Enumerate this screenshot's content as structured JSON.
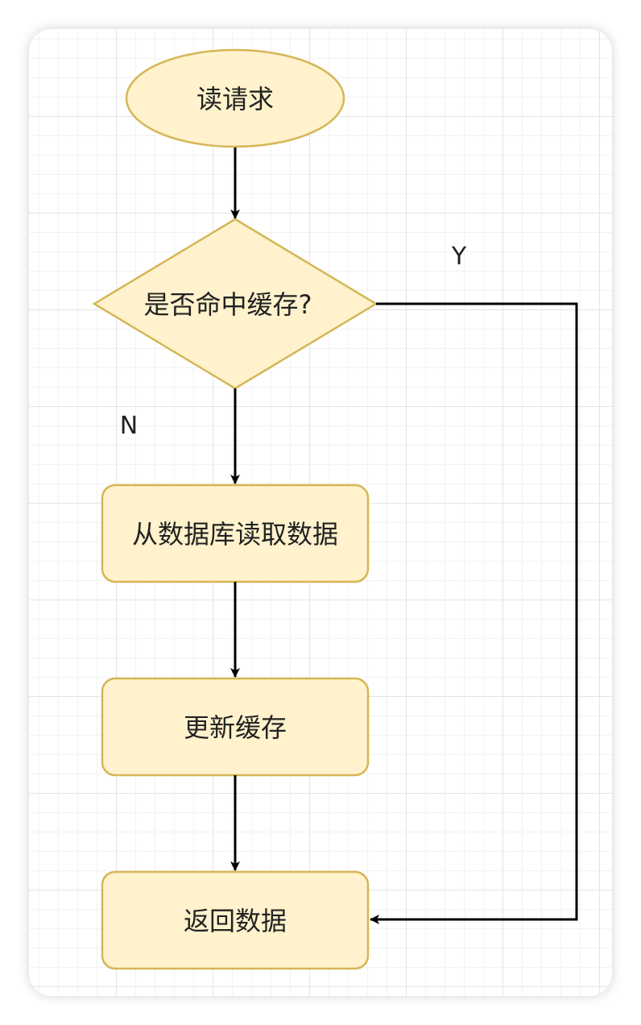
{
  "nodes": {
    "start": "读请求",
    "decision": "是否命中缓存?",
    "read_db": "从数据库读取数据",
    "update_cache": "更新缓存",
    "return_data": "返回数据"
  },
  "edge_labels": {
    "yes": "Y",
    "no": "N"
  },
  "colors": {
    "node_fill": "#fff2cc",
    "node_stroke": "#d6b656",
    "edge": "#000000"
  }
}
